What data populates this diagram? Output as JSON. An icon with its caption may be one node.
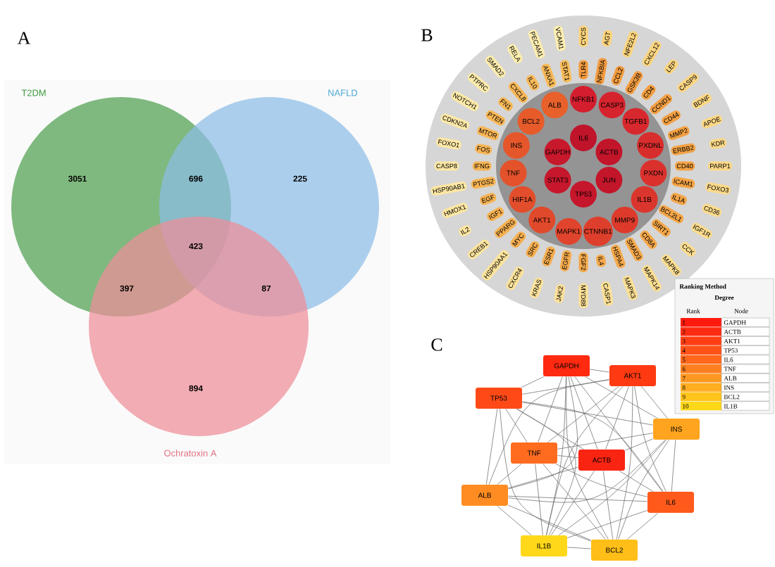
{
  "diagram": {
    "nodes": [
      {
        "text": [
          "T2DM",
          "3051"
        ]
      },
      {
        "text": [
          "NAFLD",
          "225"
        ]
      },
      {
        "text": [
          "894",
          "Ochratoxin A"
        ]
      },
      {
        "text": [
          "IL6"
        ]
      },
      {
        "text": [
          "ACTB"
        ]
      },
      {
        "text": [
          "JUN"
        ]
      },
      {
        "text": [
          "TP53"
        ]
      },
      {
        "text": [
          "STAT3"
        ]
      },
      {
        "text": [
          "GAPDH"
        ]
      },
      {
        "text": [
          "NFKB1"
        ]
      },
      {
        "text": [
          "CASP3"
        ]
      },
      {
        "text": [
          "TGFB1"
        ]
      },
      {
        "text": [
          "PXDNL"
        ]
      },
      {
        "text": [
          "PXDN"
        ]
      },
      {
        "text": [
          "IL1B"
        ]
      },
      {
        "text": [
          "MMP9"
        ]
      },
      {
        "text": [
          "CTNNB1"
        ]
      },
      {
        "text": [
          "MAPK1"
        ]
      },
      {
        "text": [
          "AKT1"
        ]
      },
      {
        "text": [
          "HIF1A"
        ]
      },
      {
        "text": [
          "TNF"
        ]
      },
      {
        "text": [
          "INS"
        ]
      },
      {
        "text": [
          "BCL2"
        ]
      },
      {
        "text": [
          "ALB"
        ]
      },
      {
        "text": [
          "TLR4"
        ]
      },
      {
        "text": [
          "NFKBIA"
        ]
      },
      {
        "text": [
          "CCL2"
        ]
      },
      {
        "text": [
          "GSK3B"
        ]
      },
      {
        "text": [
          "CD4"
        ]
      },
      {
        "text": [
          "CCND1"
        ]
      },
      {
        "text": [
          "CD44"
        ]
      },
      {
        "text": [
          "MMP2"
        ]
      },
      {
        "text": [
          "ERBB2"
        ]
      },
      {
        "text": [
          "CD40"
        ]
      },
      {
        "text": [
          "ICAM1"
        ]
      },
      {
        "text": [
          "IL1A"
        ]
      },
      {
        "text": [
          "BCL2L1"
        ]
      },
      {
        "text": [
          "SIRT1"
        ]
      },
      {
        "text": [
          "CD8A"
        ]
      },
      {
        "text": [
          "SMAD3"
        ]
      },
      {
        "text": [
          "HSPA4"
        ]
      },
      {
        "text": [
          "IL4"
        ]
      },
      {
        "text": [
          "FGF2"
        ]
      },
      {
        "text": [
          "EGFR"
        ]
      },
      {
        "text": [
          "ESR1"
        ]
      },
      {
        "text": [
          "SRC"
        ]
      },
      {
        "text": [
          "MYC"
        ]
      },
      {
        "text": [
          "PPARG"
        ]
      },
      {
        "text": [
          "IGF1"
        ]
      },
      {
        "text": [
          "EGF"
        ]
      },
      {
        "text": [
          "PTGS2"
        ]
      },
      {
        "text": [
          "IFNG"
        ]
      },
      {
        "text": [
          "FOS"
        ]
      },
      {
        "text": [
          "MTOR"
        ]
      },
      {
        "text": [
          "PTEN"
        ]
      },
      {
        "text": [
          "FN1"
        ]
      },
      {
        "text": [
          "CXCL8"
        ]
      },
      {
        "text": [
          "IL10"
        ]
      },
      {
        "text": [
          "ANXA1"
        ]
      },
      {
        "text": [
          "STAT1"
        ]
      },
      {
        "text": [
          "CYCS"
        ]
      },
      {
        "text": [
          "AGT"
        ]
      },
      {
        "text": [
          "NFE2L2"
        ]
      },
      {
        "text": [
          "CXCL12"
        ]
      },
      {
        "text": [
          "LEP"
        ]
      },
      {
        "text": [
          "CASP9"
        ]
      },
      {
        "text": [
          "BDNF"
        ]
      },
      {
        "text": [
          "APOE"
        ]
      },
      {
        "text": [
          "KDR"
        ]
      },
      {
        "text": [
          "PARP1"
        ]
      },
      {
        "text": [
          "FOXO3"
        ]
      },
      {
        "text": [
          "CD36"
        ]
      },
      {
        "text": [
          "IGF1R"
        ]
      },
      {
        "text": [
          "CCK"
        ]
      },
      {
        "text": [
          "MAPK8"
        ]
      },
      {
        "text": [
          "MAPK14"
        ]
      },
      {
        "text": [
          "MAPK3"
        ]
      },
      {
        "text": [
          "CASP1"
        ]
      },
      {
        "text": [
          "MYD88"
        ]
      },
      {
        "text": [
          "JAK2"
        ]
      },
      {
        "text": [
          "KRAS"
        ]
      },
      {
        "text": [
          "CXCR4"
        ]
      },
      {
        "text": [
          "HSP90AA1"
        ]
      },
      {
        "text": [
          "CREB1"
        ]
      },
      {
        "text": [
          "IL2"
        ]
      },
      {
        "text": [
          "HMOX1"
        ]
      },
      {
        "text": [
          "HSP90AB1"
        ]
      },
      {
        "text": [
          "CASP8"
        ]
      },
      {
        "text": [
          "FOXO1"
        ]
      },
      {
        "text": [
          "CDKN2A"
        ]
      },
      {
        "text": [
          "NOTCH1"
        ]
      },
      {
        "text": [
          "PTPRC"
        ]
      },
      {
        "text": [
          "SMAD2"
        ]
      },
      {
        "text": [
          "RELA"
        ]
      },
      {
        "text": [
          "PECAM1"
        ]
      },
      {
        "text": [
          "VCAM1"
        ]
      },
      {
        "text": [
          "GAPDH"
        ]
      },
      {
        "text": [
          "AKT1"
        ]
      },
      {
        "text": [
          "TP53"
        ]
      },
      {
        "text": [
          "INS"
        ]
      },
      {
        "text": [
          "TNF"
        ]
      },
      {
        "text": [
          "ACTB"
        ]
      },
      {
        "text": [
          "ALB"
        ]
      },
      {
        "text": [
          "IL6"
        ]
      },
      {
        "text": [
          "IL1B"
        ]
      },
      {
        "text": [
          "BCL2"
        ]
      }
    ],
    "edges": [
      {
        "from": 96,
        "to": 97,
        "arrow": "none"
      },
      {
        "from": 96,
        "to": 98,
        "arrow": "none"
      },
      {
        "from": 96,
        "to": 99,
        "arrow": "none"
      },
      {
        "from": 96,
        "to": 100,
        "arrow": "none"
      },
      {
        "from": 96,
        "to": 101,
        "arrow": "none"
      },
      {
        "from": 96,
        "to": 102,
        "arrow": "none"
      },
      {
        "from": 96,
        "to": 103,
        "arrow": "none"
      },
      {
        "from": 96,
        "to": 104,
        "arrow": "none"
      },
      {
        "from": 96,
        "to": 105,
        "arrow": "none"
      },
      {
        "from": 97,
        "to": 98,
        "arrow": "none"
      },
      {
        "from": 97,
        "to": 99,
        "arrow": "none"
      },
      {
        "from": 97,
        "to": 100,
        "arrow": "none"
      },
      {
        "from": 97,
        "to": 101,
        "arrow": "none"
      },
      {
        "from": 97,
        "to": 102,
        "arrow": "none"
      },
      {
        "from": 97,
        "to": 103,
        "arrow": "none"
      },
      {
        "from": 97,
        "to": 104,
        "arrow": "none"
      },
      {
        "from": 97,
        "to": 105,
        "arrow": "none"
      },
      {
        "from": 98,
        "to": 99,
        "arrow": "none"
      },
      {
        "from": 98,
        "to": 100,
        "arrow": "none"
      },
      {
        "from": 98,
        "to": 101,
        "arrow": "none"
      },
      {
        "from": 98,
        "to": 102,
        "arrow": "none"
      },
      {
        "from": 98,
        "to": 103,
        "arrow": "none"
      },
      {
        "from": 98,
        "to": 104,
        "arrow": "none"
      },
      {
        "from": 98,
        "to": 105,
        "arrow": "none"
      },
      {
        "from": 99,
        "to": 100,
        "arrow": "none"
      },
      {
        "from": 99,
        "to": 101,
        "arrow": "none"
      },
      {
        "from": 99,
        "to": 102,
        "arrow": "none"
      },
      {
        "from": 99,
        "to": 103,
        "arrow": "none"
      },
      {
        "from": 99,
        "to": 104,
        "arrow": "none"
      },
      {
        "from": 99,
        "to": 105,
        "arrow": "none"
      },
      {
        "from": 100,
        "to": 101,
        "arrow": "none"
      },
      {
        "from": 100,
        "to": 102,
        "arrow": "none"
      },
      {
        "from": 100,
        "to": 103,
        "arrow": "none"
      },
      {
        "from": 100,
        "to": 104,
        "arrow": "none"
      },
      {
        "from": 100,
        "to": 105,
        "arrow": "none"
      },
      {
        "from": 101,
        "to": 102,
        "arrow": "none"
      },
      {
        "from": 101,
        "to": 103,
        "arrow": "none"
      },
      {
        "from": 101,
        "to": 104,
        "arrow": "none"
      },
      {
        "from": 101,
        "to": 105,
        "arrow": "none"
      },
      {
        "from": 102,
        "to": 103,
        "arrow": "none"
      },
      {
        "from": 102,
        "to": 104,
        "arrow": "none"
      },
      {
        "from": 102,
        "to": 105,
        "arrow": "none"
      },
      {
        "from": 103,
        "to": 104,
        "arrow": "none"
      },
      {
        "from": 103,
        "to": 105,
        "arrow": "none"
      },
      {
        "from": 104,
        "to": 105,
        "arrow": "none"
      }
    ],
    "labels": [
      "A",
      "B",
      "696",
      "423",
      "397",
      "87",
      "C",
      "Ranking Method",
      "Degree",
      "Rank",
      "Node",
      "1",
      "GAPDH",
      "2",
      "ACTB",
      "3",
      "AKT1",
      "4",
      "TP53",
      "5",
      "IL6",
      "6",
      "TNF",
      "7",
      "ALB",
      "8",
      "INS",
      "9",
      "BCL2",
      "10",
      "IL1B"
    ]
  }
}
